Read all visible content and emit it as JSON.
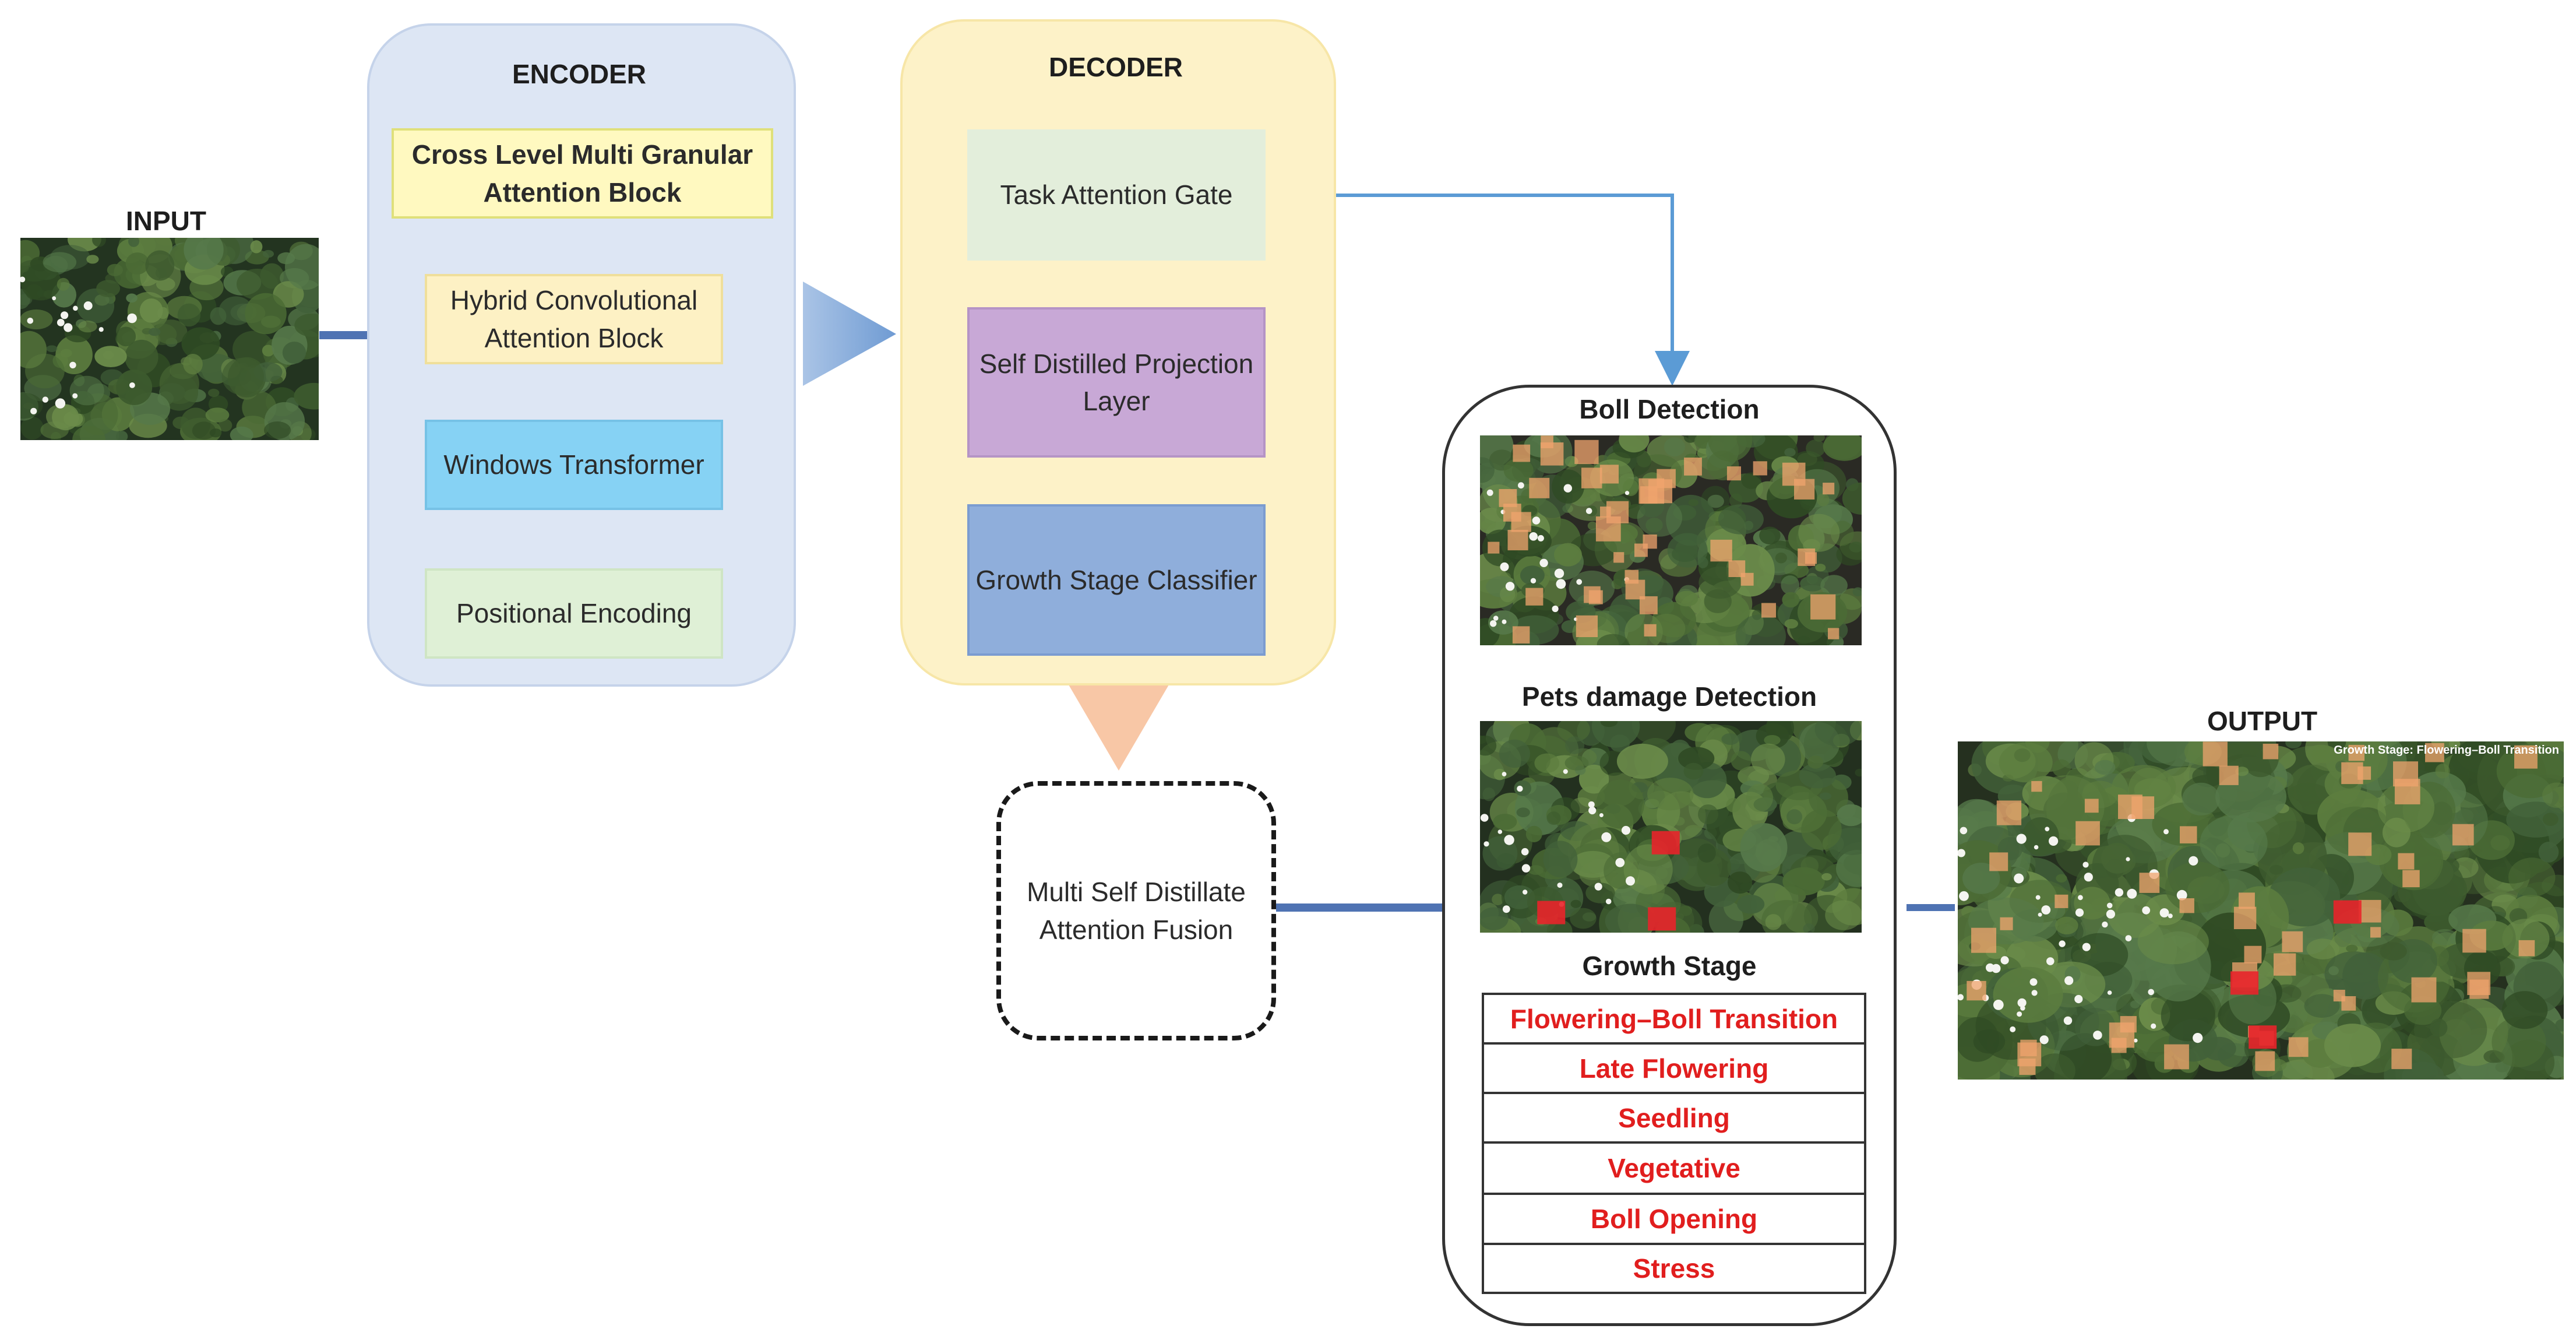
{
  "input": {
    "title": "INPUT"
  },
  "encoder": {
    "title": "ENCODER",
    "blocks": [
      {
        "label": "Cross Level Multi Granular Attention Block"
      },
      {
        "label": "Hybrid Convolutional Attention Block"
      },
      {
        "label": "Windows Transformer"
      },
      {
        "label": "Positional Encoding"
      }
    ]
  },
  "decoder": {
    "title": "DECODER",
    "blocks": [
      {
        "label": "Task Attention Gate"
      },
      {
        "label": "Self Distilled Projection Layer"
      },
      {
        "label": "Growth Stage Classifier"
      }
    ]
  },
  "fusion": {
    "label": "Multi Self Distillate Attention Fusion"
  },
  "outputs": {
    "boll_title": "Boll Detection",
    "pest_title": "Pets damage Detection",
    "stage_title": "Growth Stage",
    "stages": [
      "Flowering–Boll Transition",
      "Late Flowering",
      "Seedling",
      "Vegetative",
      "Boll Opening",
      "Stress"
    ]
  },
  "output": {
    "title": "OUTPUT",
    "caption": "Growth Stage: Flowering–Boll Transition"
  },
  "colors": {
    "connector": "#4f73b3",
    "flow_arrow": "#5b9bd5",
    "encoder_arrow": "#ed7d31",
    "boll_box": "#f0a46e",
    "pest_box": "#e8232a",
    "stage_text": "#e11e1e"
  }
}
